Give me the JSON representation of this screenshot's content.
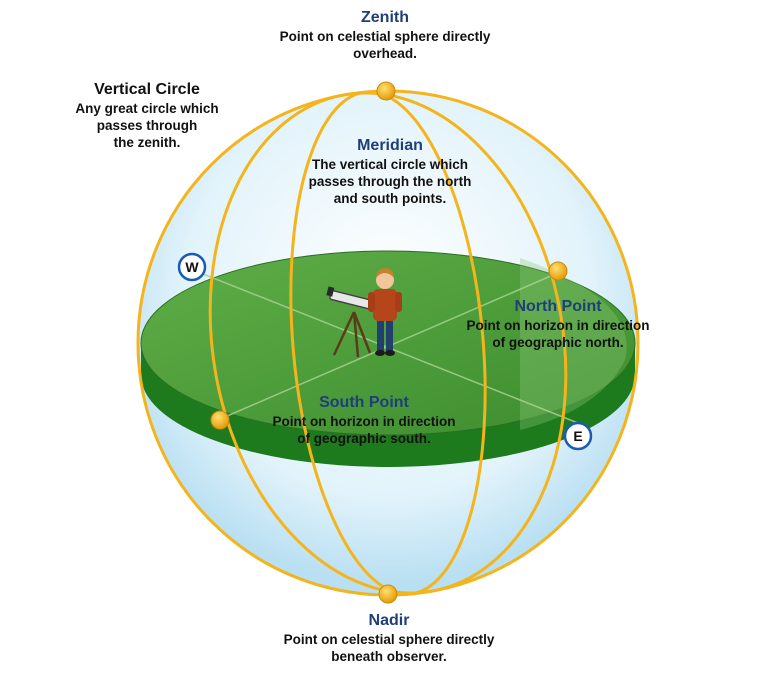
{
  "colors": {
    "sphere_fill": "#d3ecf8",
    "sphere_edge": "#8cc7e6",
    "orbit": "#f4b41c",
    "plane_top": "#4f9c3a",
    "plane_side": "#1c7a1c",
    "heading_blue": "#1f3f78",
    "point_marker": "#f5b61e",
    "compass_ring": "#1a5bb5"
  },
  "labels": {
    "zenith": {
      "title": "Zenith",
      "desc": [
        "Point on celestial sphere directly",
        "overhead."
      ]
    },
    "vertical": {
      "title": "Vertical Circle",
      "desc": [
        "Any great circle which",
        "passes through",
        "the zenith."
      ]
    },
    "meridian": {
      "title": "Meridian",
      "desc": [
        "The vertical circle which",
        "passes through the north",
        "and south points."
      ]
    },
    "north": {
      "title": "North Point",
      "desc": [
        "Point on horizon in direction",
        "of geographic north."
      ]
    },
    "south": {
      "title": "South Point",
      "desc": [
        "Point on horizon in direction",
        "of geographic south."
      ]
    },
    "nadir": {
      "title": "Nadir",
      "desc": [
        "Point on celestial sphere directly",
        "beneath observer."
      ]
    }
  },
  "compass": {
    "west": "W",
    "east": "E"
  },
  "icons": {
    "observer": "person-icon",
    "telescope": "telescope-icon"
  }
}
